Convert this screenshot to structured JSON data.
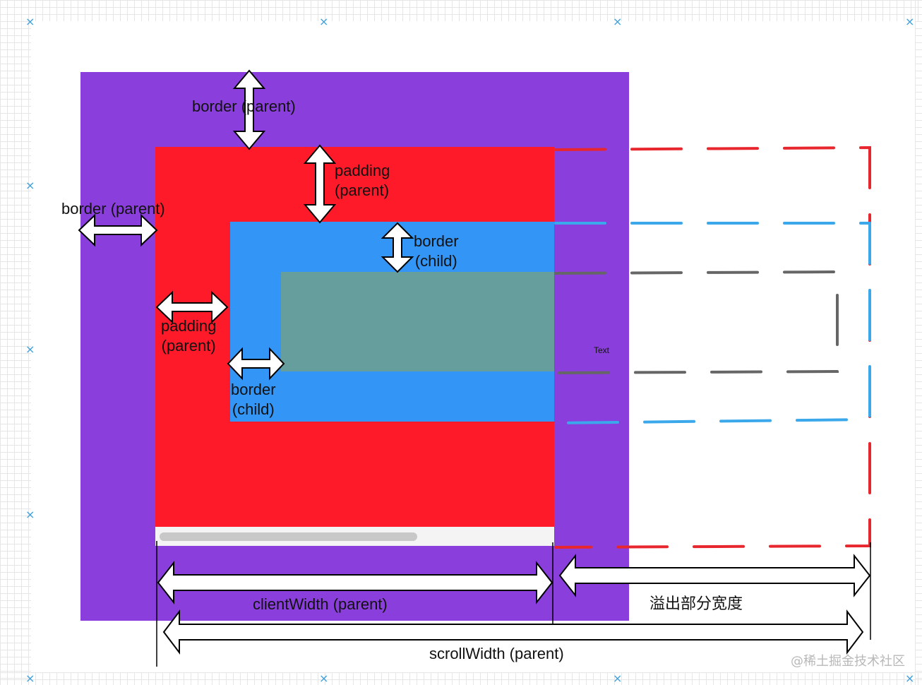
{
  "labels": {
    "border_parent_top": "border (parent)",
    "border_parent_left": "border (parent)",
    "padding_parent_top": "padding\n(parent)",
    "padding_parent_left": "padding\n(parent)",
    "border_child_top": "border\n(child)",
    "border_child_left": "border\n(child)",
    "text_marker": "Text",
    "client_width": "clientWidth (parent)",
    "overflow_width": "溢出部分宽度",
    "scroll_width": "scrollWidth (parent)"
  },
  "watermark": "@稀土掘金技术社区",
  "canvas_marker_glyph": "×",
  "colors": {
    "parent_border": "#8a3fdc",
    "parent_padding": "#ff1a2a",
    "child_border": "#3395f5",
    "child_content": "#669e9e",
    "scrollbar_track": "#f4f4f4",
    "scrollbar_thumb": "#c8c8c8",
    "overflow_red_dash": "#e8262d",
    "overflow_blue_dash": "#3aa8ea",
    "overflow_gray_dash": "#666666",
    "marker": "#3aa0e0"
  },
  "icons": [
    "double-arrow-icon",
    "dimension-line",
    "canvas-marker-icon"
  ]
}
